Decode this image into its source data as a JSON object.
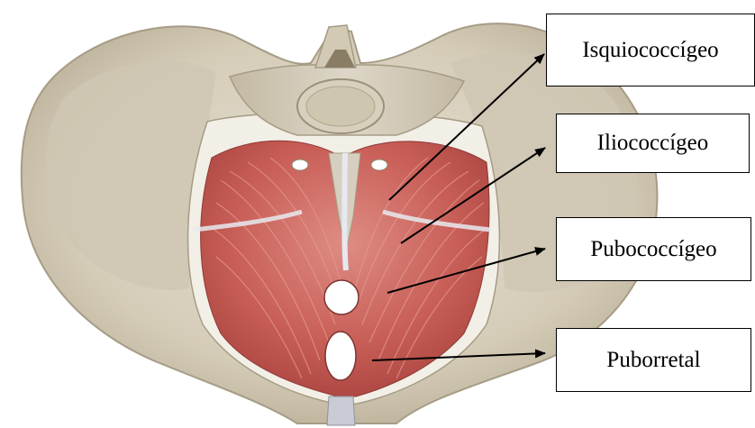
{
  "labels": {
    "isquiococcigeo": "Isquiococcígeo",
    "iliococcigeo": "Iliococcígeo",
    "pubococcigeo": "Pubococcígeo",
    "puborretal": "Puborretal"
  },
  "colors": {
    "bone": "#d9d3c4",
    "bone_shadow": "#b6ad98",
    "muscle": "#c9615a",
    "muscle_light": "#dd8a80",
    "tendon": "#d8dde6",
    "arrow": "#000000"
  }
}
